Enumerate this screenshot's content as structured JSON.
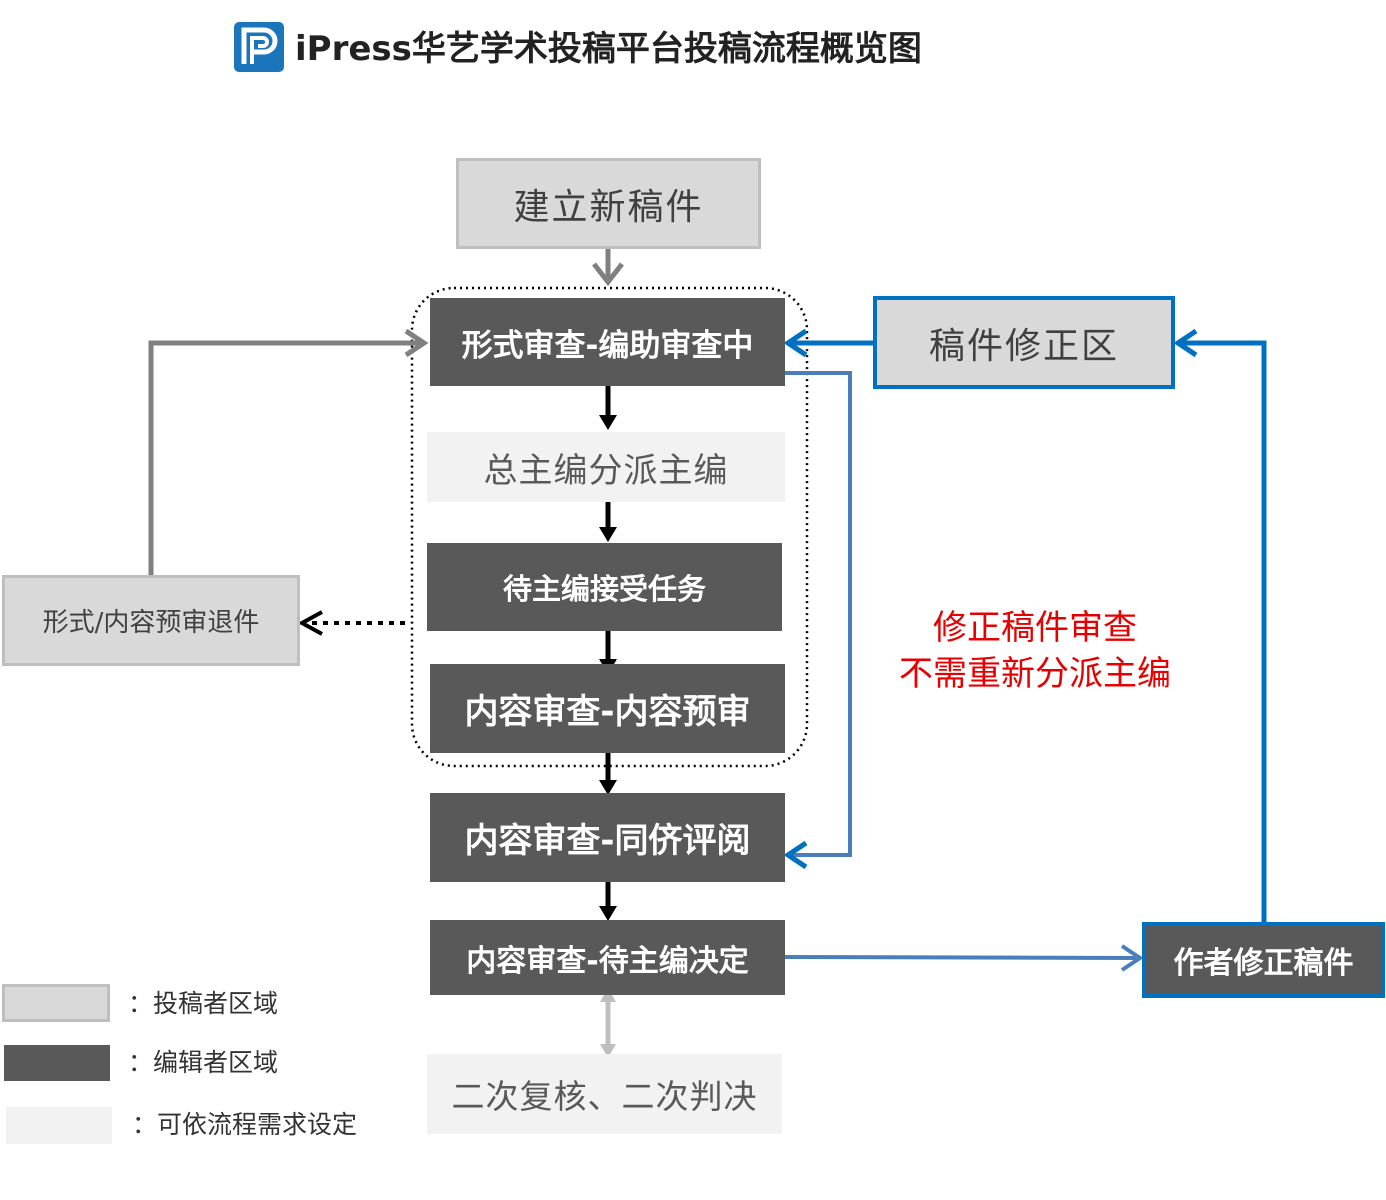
{
  "header": {
    "title": "iPress华艺学术投稿平台投稿流程概览图",
    "logo_icon": "ipress-logo-icon"
  },
  "nodes": {
    "create": "建立新稿件",
    "format_review": "形式审查-编助审查中",
    "assign": "总主编分派主编",
    "await_accept": "待主编接受任务",
    "pre_review": "内容审查-内容预审",
    "peer_review": "内容审查-同侪评阅",
    "decision": "内容审查-待主编决定",
    "second_round": "二次复核、二次判决",
    "return": "形式/内容预审退件",
    "revision_zone": "稿件修正区",
    "author_revise": "作者修正稿件"
  },
  "note": {
    "line1": "修正稿件审查",
    "line2": "不需重新分派主编"
  },
  "legend": {
    "author": "：投稿者区域",
    "editor": "：编辑者区域",
    "optional": "：可依流程需求设定"
  },
  "colors": {
    "author_fill": "#d9d9d9",
    "editor_fill": "#595959",
    "optional_fill": "#f2f2f2",
    "revision_blue": "#0070c0",
    "note_red": "#e60000"
  }
}
